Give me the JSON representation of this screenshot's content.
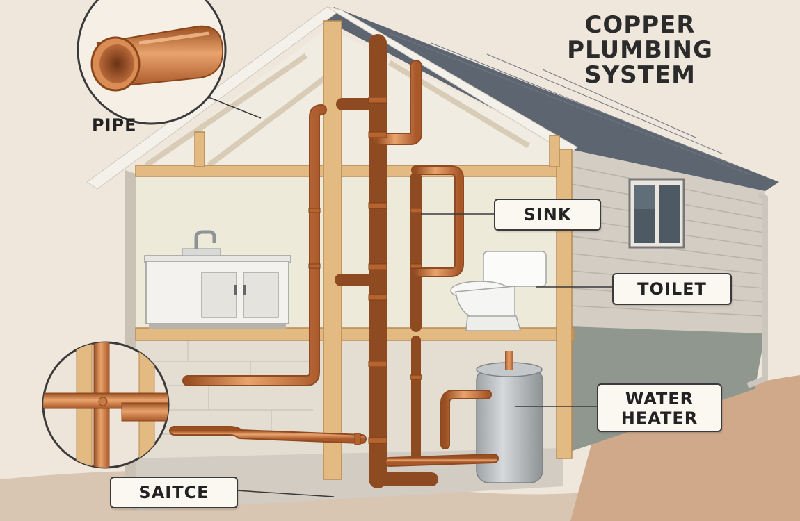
{
  "title": {
    "line1": "COPPER",
    "line2": "PLUMBING",
    "line3": "SYSTEM"
  },
  "labels": {
    "pipe": "PIPE",
    "sink": "SINK",
    "toilet": "TOILET",
    "water_heater_line1": "WATER",
    "water_heater_line2": "HEATER",
    "saitce": "SAITCE"
  },
  "colors": {
    "background": "#efe6dc",
    "copper": "#c9733c",
    "copper_highlight": "#e9a36c",
    "wood": "#e2ba82",
    "roof": "#5c6570",
    "siding": "#d3cdc3",
    "foundation": "#8f978f"
  }
}
